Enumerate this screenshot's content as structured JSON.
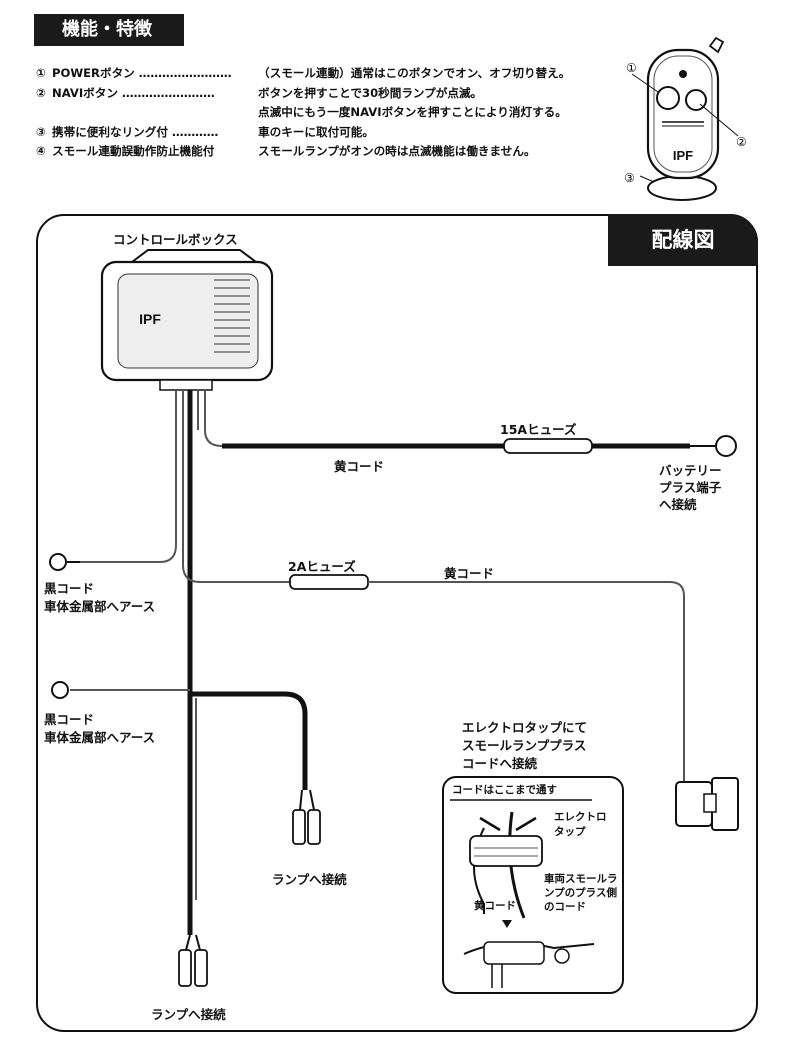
{
  "header": {
    "title_a": "機能",
    "title_b": "特徴",
    "separator": "・"
  },
  "features": [
    {
      "num": "①",
      "name": "POWERボタン ……………………",
      "desc": "（スモール連動）通常はこのボタンでオン、オフ切り替え。"
    },
    {
      "num": "②",
      "name": "NAVIボタン ……………………",
      "desc": "ボタンを押すことで30秒間ランプが点滅。"
    },
    {
      "num": "",
      "name": "",
      "desc": "点滅中にもう一度NAVIボタンを押すことにより消灯する。"
    },
    {
      "num": "③",
      "name": "携帯に便利なリング付 …………",
      "desc": "車のキーに取付可能。"
    },
    {
      "num": "④",
      "name": "スモール連動誤動作防止機能付",
      "desc": "スモールランプがオンの時は点滅機能は働きません。"
    }
  ],
  "remote": {
    "callouts": [
      "①",
      "②",
      "③"
    ],
    "brand": "IPF"
  },
  "diagram": {
    "badge": "配線図",
    "control_box": "コントロールボックス",
    "brand": "IPF",
    "fuse_15a": "15Aヒューズ",
    "yellow_cord_1": "黄コード",
    "battery": [
      "バッテリー",
      "プラス端子",
      "へ接続"
    ],
    "fuse_2a": "2Aヒューズ",
    "yellow_cord_2": "黄コード",
    "ground_1": [
      "黒コード",
      "車体金属部へアース"
    ],
    "ground_2": [
      "黒コード",
      "車体金属部へアース"
    ],
    "tap_note": [
      "エレクトロタップにて",
      "スモールランププラス",
      "コードへ接続"
    ],
    "lamp_1": "ランプへ接続",
    "lamp_2": "ランプへ接続",
    "inset": {
      "pass_note": "コードはここまで通す",
      "electro": [
        "エレクトロ",
        "タップ"
      ],
      "vehicle": [
        "車両スモールラ",
        "ンプのプラス側",
        "のコード"
      ],
      "yellow": "黄コード"
    }
  }
}
